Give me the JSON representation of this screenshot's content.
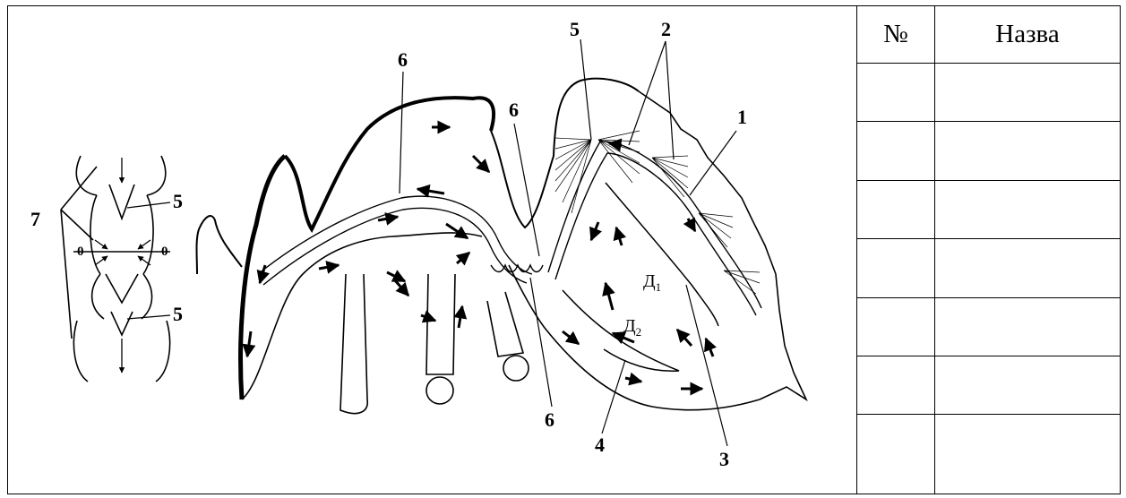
{
  "labels": {
    "n1": "1",
    "n2": "2",
    "n3": "3",
    "n4": "4",
    "n5": "5",
    "n6": "6",
    "n7": "7",
    "n0": "0",
    "d1_letter": "Д",
    "d1_sub": "1",
    "d2_letter": "Д",
    "d2_sub": "2"
  },
  "table": {
    "col_number": "№",
    "col_name": "Назва",
    "rows": [
      "",
      "",
      "",
      "",
      "",
      "",
      ""
    ]
  },
  "colors": {
    "ink": "#000000",
    "paper": "#ffffff"
  }
}
